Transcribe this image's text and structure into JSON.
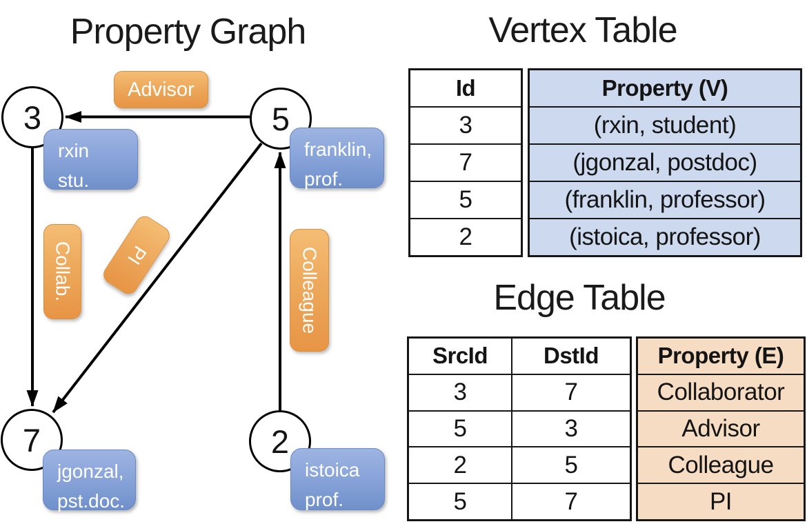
{
  "graph": {
    "title": "Property Graph",
    "nodes": [
      {
        "id": "3",
        "lines": [
          "rxin",
          "stu."
        ]
      },
      {
        "id": "5",
        "lines": [
          "franklin,",
          "prof."
        ]
      },
      {
        "id": "7",
        "lines": [
          "jgonzal,",
          "pst.doc."
        ]
      },
      {
        "id": "2",
        "lines": [
          "istoica",
          "prof."
        ]
      }
    ],
    "edges": [
      {
        "src": "5",
        "dst": "3",
        "label": "Advisor"
      },
      {
        "src": "3",
        "dst": "7",
        "label": "Collab."
      },
      {
        "src": "5",
        "dst": "7",
        "label": "PI"
      },
      {
        "src": "2",
        "dst": "5",
        "label": "Colleague"
      }
    ]
  },
  "vertex_table": {
    "title": "Vertex Table",
    "columns": [
      "Id",
      "Property (V)"
    ],
    "rows": [
      [
        "3",
        "(rxin, student)"
      ],
      [
        "7",
        "(jgonzal, postdoc)"
      ],
      [
        "5",
        "(franklin, professor)"
      ],
      [
        "2",
        "(istoica, professor)"
      ]
    ]
  },
  "edge_table": {
    "title": "Edge Table",
    "columns": [
      "SrcId",
      "DstId",
      "Property (E)"
    ],
    "rows": [
      [
        "3",
        "7",
        "Collaborator"
      ],
      [
        "5",
        "3",
        "Advisor"
      ],
      [
        "2",
        "5",
        "Colleague"
      ],
      [
        "5",
        "7",
        "PI"
      ]
    ]
  },
  "colors": {
    "node_fill": "#ffffff",
    "node_stroke": "#000000",
    "edge_stroke": "#000000",
    "vertex_property_fill": "#cdd9ee",
    "edge_property_fill": "#f5dcc2",
    "orange_label_top": "#f4bd74",
    "orange_label_bottom": "#e79544",
    "blue_label_top": "#9eb4e2",
    "blue_label_bottom": "#7090cb",
    "label_text": "#ffffff",
    "table_text": "#141414"
  }
}
